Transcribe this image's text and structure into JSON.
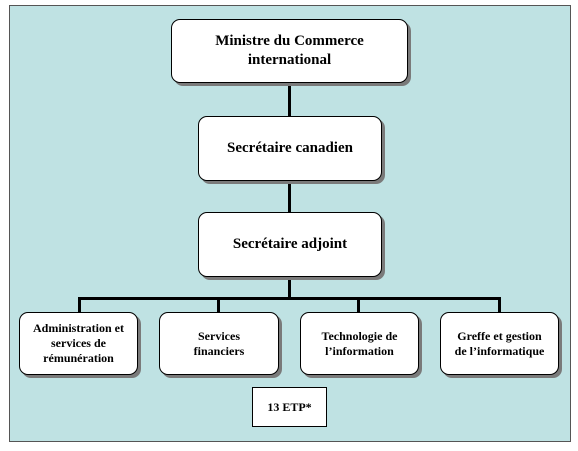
{
  "org_chart": {
    "top": "Ministre du Commerce international",
    "level2": "Secrétaire canadien",
    "level3": "Secrétaire adjoint",
    "units": [
      "Administration et services de rémunération",
      "Services financiers",
      "Technologie de l’information",
      "Greffe et gestion de l’informatique"
    ],
    "staff_note": "13 ETP*"
  }
}
